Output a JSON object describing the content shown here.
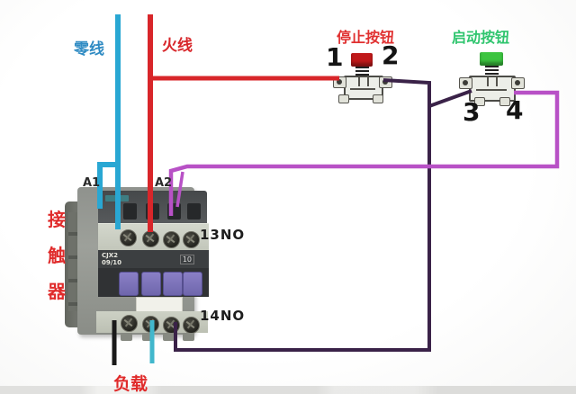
{
  "labels": {
    "neutral": "零线",
    "live": "火线",
    "stop_button": "停止按钮",
    "start_button": "启动按钮",
    "contactor_char_1": "接",
    "contactor_char_2": "触",
    "contactor_char_3": "器",
    "load": "负载",
    "terminal_13no": "13NO",
    "terminal_14no": "14NO",
    "a1": "A1",
    "a2": "A2",
    "n1": "1",
    "n2": "2",
    "n3": "3",
    "n4": "4",
    "model_line1": "CJX2",
    "model_line2": "09/10",
    "rating": "10"
  },
  "colors": {
    "neutral_wire": "#29a7d3",
    "live_wire": "#d8262a",
    "control_wire_dark": "#3a2248",
    "control_wire_magenta": "#b851c6",
    "load_wire_black": "#1a1a1a",
    "load_wire_cyan": "#41b7cc",
    "stop_cap": "#c0191a",
    "start_cap": "#3cc440",
    "label_red": "#e03030",
    "label_green": "#2fc56e",
    "label_blue": "#2f8bc3",
    "contactor_label_red": "#e02b2b",
    "number_black": "#141414"
  }
}
